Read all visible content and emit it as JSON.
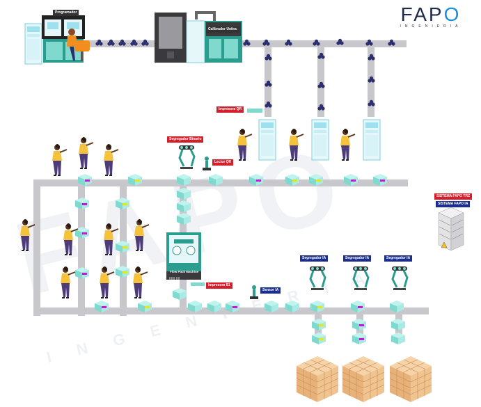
{
  "brand": {
    "name_prefix": "FAP",
    "name_suffix": "O",
    "tagline": "INGENIERIA",
    "colors": {
      "navy": "#1f2a4d",
      "blue": "#1a8fd6",
      "red": "#d21f2b",
      "dark_blue": "#1d2f8c",
      "teal": "#2a9d8f",
      "conveyor": "#c7c7cc"
    }
  },
  "labels": {
    "programador": "Programador",
    "calibrador": "Calibrador Unitec",
    "impresora_qr": "Impresora QR",
    "segregador_binario": "Segregador Binario",
    "lector_qr": "Lector QR",
    "flow_pack": "Flow Pack Machine",
    "impresora_b1": "Impresora B1",
    "sensor_ia": "Sensor IA",
    "segregador_ia_1": "Segregador IA",
    "segregador_ia_2": "Segregador IA",
    "segregador_ia_3": "Segregador IA",
    "sistema_trz": "SISTEMA FAPO TRZ",
    "sistema_ia": "SISTEMA FAPO IA"
  },
  "icons": [
    "computer-icon",
    "worker-icon",
    "robot-arm-icon",
    "server-icon",
    "box-pallet-icon",
    "fruit-cluster-icon",
    "printer-icon",
    "sensor-icon"
  ]
}
